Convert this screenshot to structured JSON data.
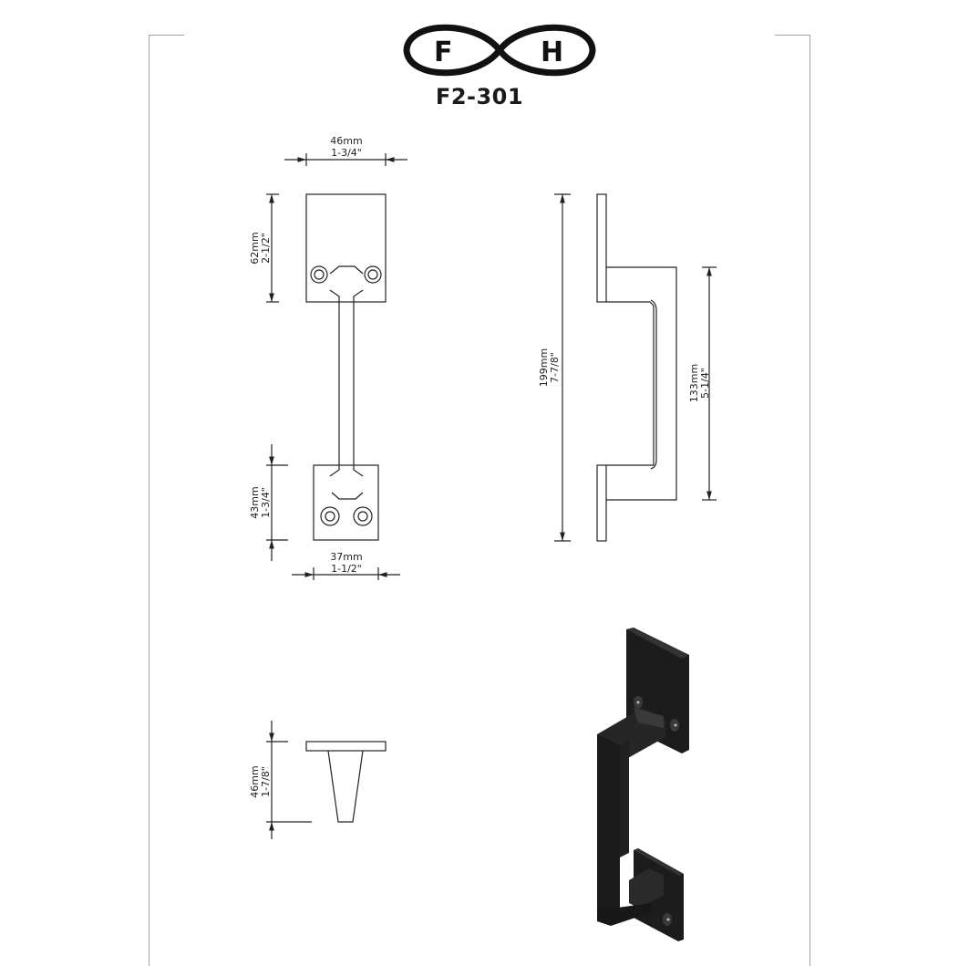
{
  "title_block": {
    "logo": {
      "left_letter": "F",
      "right_letter": "H",
      "shape": "infinity-symbol"
    },
    "model_number": "F2-301"
  },
  "views": {
    "front": {
      "top_width": {
        "mm": "46mm",
        "in": "1-3/4\""
      },
      "top_height": {
        "mm": "62mm",
        "in": "2-1/2\""
      },
      "bottom_height": {
        "mm": "43mm",
        "in": "1-3/4\""
      },
      "bottom_width": {
        "mm": "37mm",
        "in": "1-1/2\""
      }
    },
    "side": {
      "overall_length": {
        "mm": "199mm",
        "in": "7-7/8\""
      },
      "grip_length": {
        "mm": "133mm",
        "in": "5-1/4\""
      }
    },
    "end": {
      "projection": {
        "mm": "46mm",
        "in": "1-7/8\""
      }
    },
    "isometric": {
      "finish_color": "#1c1c1c"
    }
  },
  "colors": {
    "line": "#222222",
    "frame": "#a0a0a0",
    "render": "#1c1c1c"
  }
}
